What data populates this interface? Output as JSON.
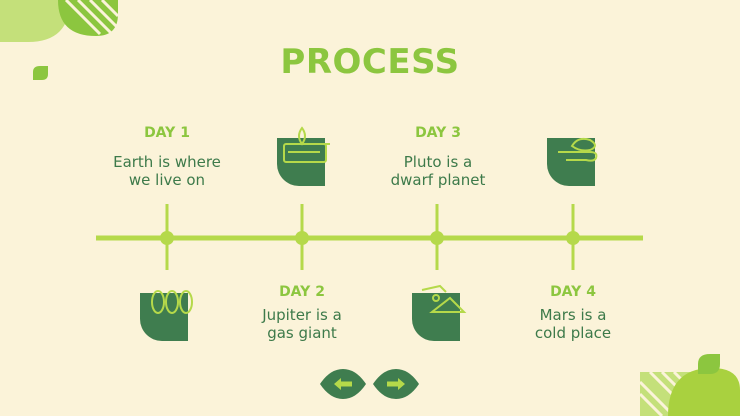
{
  "title": "PROCESS",
  "colors": {
    "background": "#fbf3d9",
    "accent": "#8cc63f",
    "dark_green": "#3f7d4f",
    "line": "#b5d94a"
  },
  "steps": [
    {
      "day": "DAY 1",
      "text_line1": "Earth is where",
      "text_line2": "we live on",
      "icon": "leaves-icon"
    },
    {
      "day": "DAY 2",
      "text_line1": "Jupiter is a",
      "text_line2": "gas giant",
      "icon": "box-sprout-icon"
    },
    {
      "day": "DAY 3",
      "text_line1": "Pluto is a",
      "text_line2": "dwarf planet",
      "icon": "watering-can-icon"
    },
    {
      "day": "DAY 4",
      "text_line1": "Mars is a",
      "text_line2": "cold place",
      "icon": "hand-plant-icon"
    }
  ],
  "nav": {
    "prev_icon": "arrow-left-icon",
    "next_icon": "arrow-right-icon"
  }
}
